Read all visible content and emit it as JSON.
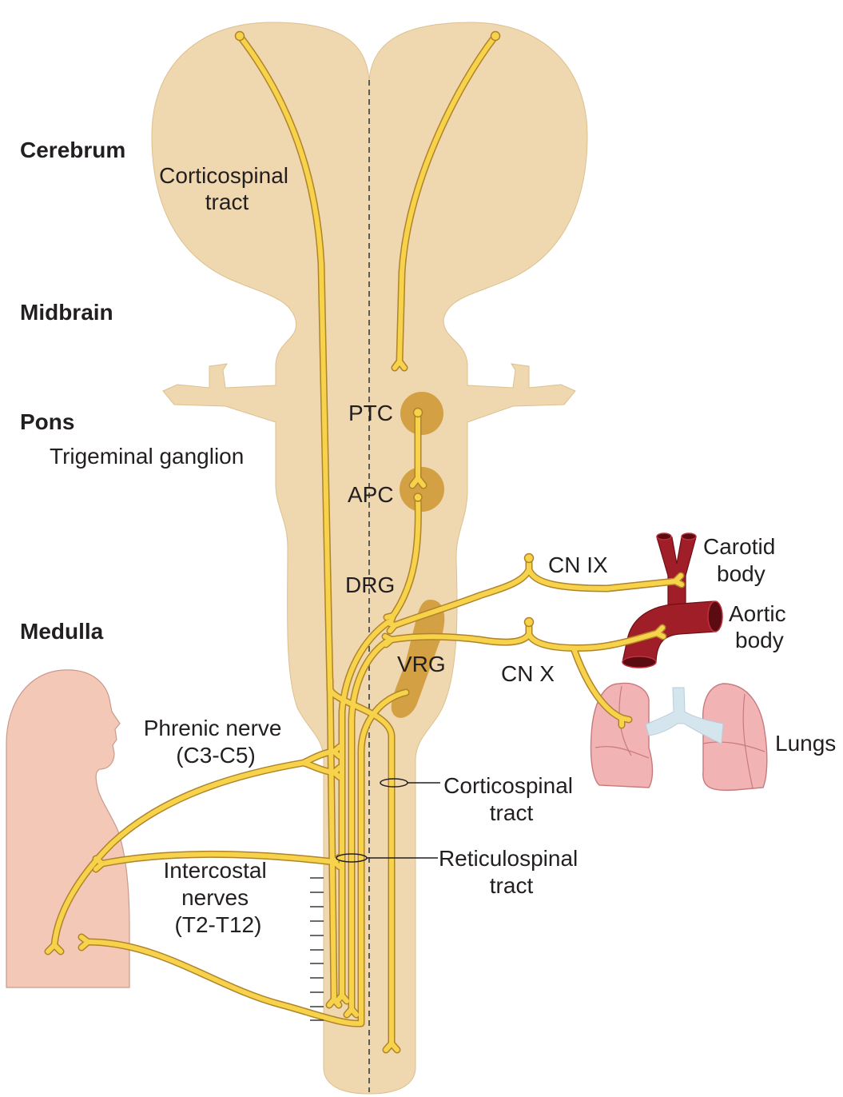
{
  "regions": {
    "cerebrum": "Cerebrum",
    "midbrain": "Midbrain",
    "pons": "Pons",
    "medulla": "Medulla"
  },
  "structures": {
    "corticospinal_tract_upper": [
      "Corticospinal",
      "tract"
    ],
    "trigeminal_ganglion": "Trigeminal ganglion",
    "ptc": "PTC",
    "apc": "APC",
    "drg": "DRG",
    "vrg": "VRG"
  },
  "peripheral": {
    "cn_ix": "CN IX",
    "carotid_body": [
      "Carotid",
      "body"
    ],
    "aortic_body": [
      "Aortic",
      "body"
    ],
    "cn_x": "CN X",
    "lungs": "Lungs"
  },
  "nerves": {
    "phrenic": [
      "Phrenic nerve",
      "(C3-C5)"
    ],
    "intercostal": [
      "Intercostal",
      "nerves",
      "(T2-T12)"
    ]
  },
  "spinal_tracts": {
    "corticospinal_lower": [
      "Corticospinal",
      "tract"
    ],
    "reticulospinal": [
      "Reticulospinal",
      "tract"
    ]
  },
  "colors": {
    "brain": "#EFD7AF",
    "nucleus": "#D3A043",
    "fiber": "#F6D34B",
    "fiber_outline": "#B0832A",
    "artery": "#A01E28",
    "lung": "#F2B3B5",
    "trachea": "#D5E5EE",
    "skin": "#F4C8B7",
    "text": "#231f20"
  }
}
